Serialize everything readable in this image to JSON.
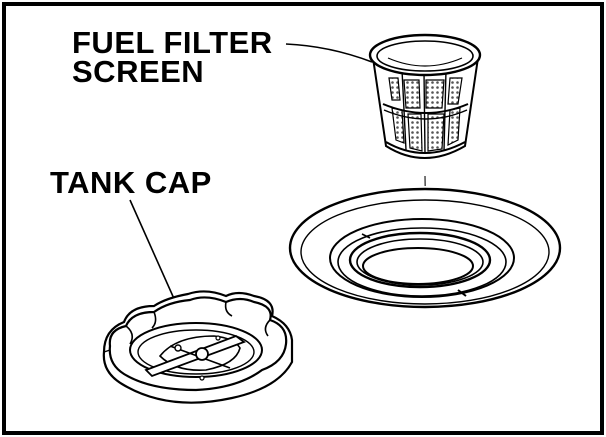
{
  "labels": {
    "filter_line1": "FUEL FILTER",
    "filter_line2": "SCREEN",
    "tank_cap": "TANK CAP"
  },
  "colors": {
    "stroke": "#000000",
    "background": "#ffffff",
    "mesh": "#6a6a6a"
  }
}
